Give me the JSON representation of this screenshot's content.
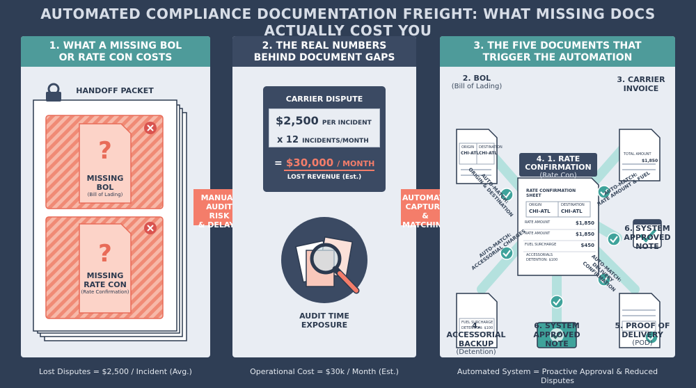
{
  "title": "AUTOMATED COMPLIANCE DOCUMENTATION FREIGHT: WHAT MISSING DOCS ACTUALLY COST YOU",
  "panel1": {
    "heading": "1. WHAT A MISSING BOL\nOR RATE CON COSTS",
    "packet_label": "HANDOFF PACKET",
    "missing_bol": {
      "title1": "MISSING",
      "title2": "BOL",
      "sub": "(Bill of Lading)"
    },
    "missing_ratecon": {
      "title1": "MISSING",
      "title2": "RATE CON",
      "sub": "(Rate Confirmation)"
    },
    "footer": "Lost Disputes = $2,500 / Incident (Avg.)"
  },
  "arrow1": "MANUAL\nAUDIT RISK\n& DELAYS",
  "panel2": {
    "heading": "2. THE REAL NUMBERS\nBEHIND DOCUMENT GAPS",
    "card_title": "CARRIER DISPUTE",
    "amount": "$2,500",
    "per_incident": "PER INCIDENT",
    "multiplier": "x 12",
    "incidents": "INCIDENTS/MONTH",
    "equals": "=",
    "total": "$30,000",
    "per_month": "/ MONTH",
    "lost_revenue": "LOST REVENUE (Est.)",
    "audit_label1": "AUDIT TIME",
    "audit_label2": "EXPOSURE",
    "footer": "Operational Cost = $30k / Month (Est.)"
  },
  "arrow2": "AUTOMATE\nCAPTURE &\nMATCHING",
  "panel3": {
    "heading": "3. THE FIVE DOCUMENTS THAT\nTRIGGER THE AUTOMATION",
    "bol": {
      "title": "2. BOL",
      "sub": "(Bill of Lading)",
      "f1": "ORIGIN",
      "f1v": "CHI-ATL",
      "f2": "DESTINATION",
      "f2v": "CHI-ATL"
    },
    "carrier_invoice": {
      "title1": "3. CARRIER",
      "title2": "INVOICE",
      "f1": "TOTAL AMOUNT",
      "f1v": "$1,850"
    },
    "rate_con": {
      "title1": "4. 1. RATE",
      "title2": "CONFIRMATION",
      "sub": "(Rate Con)",
      "sheet1": "RATE CONFIRMATION",
      "sheet2": "SHEET",
      "origin_label": "ORIGIN",
      "origin_value": "CHI-ATL",
      "dest_label": "DESTINATION",
      "dest_value": "CHI-ATL",
      "rows": [
        {
          "label": "RATE AMOUNT",
          "value": "$1,850"
        },
        {
          "label": "RATE AMOUNT",
          "value": "$1,850"
        },
        {
          "label": "FUEL SURCHARGE",
          "value": "$450"
        }
      ],
      "acc1": "ACCESSORIALS",
      "acc2": "DETENTION: $100"
    },
    "accessorial": {
      "title1": "4. ACCESSORIAL",
      "title2": "BACKUP",
      "sub": "(Detention)",
      "f1": "FUEL SURCHARGE",
      "f2": "DETENTION: $100"
    },
    "approved_note_center": {
      "title1": "6. SYSTEM",
      "title2": "APPROVED",
      "title3": "NOTE"
    },
    "approved_note_right": {
      "title1": "6. SYSTEM",
      "title2": "APPROVED",
      "title3": "NOTE"
    },
    "pod": {
      "title1": "5. PROOF OF",
      "title2": "DELIVERY",
      "sub": "(POD)"
    },
    "match_labels": {
      "origin": "AUTO-MATCH:\nORIGIN & DESTINATION",
      "rate": "AUTO-MATCH:\nRATE AMOUNT & FUEL",
      "accessorial": "AUTO-MATCH:\nACCESSORIAL CHARGES",
      "delivery": "AUTO-MATCH:\nDELIVERY CONFIRMATION"
    },
    "footer": "Automated System = Proactive Approval & Reduced Disputes"
  },
  "colors": {
    "teal": "#4e9b9a",
    "navy": "#2f3e55",
    "coral": "#f47d6a",
    "panel": "#e9edf3",
    "check": "#3fa39b"
  }
}
